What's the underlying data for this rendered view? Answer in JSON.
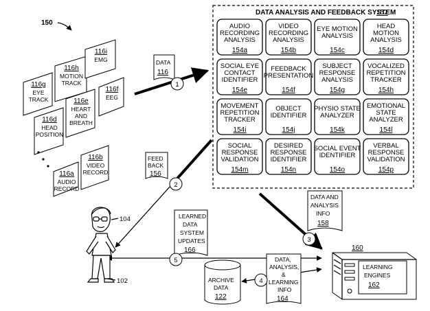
{
  "figure": {
    "label": "150",
    "system": {
      "title": "DATA ANALYSIS AND FEEDBACK SYSTEM",
      "ref": "152"
    },
    "modules": [
      {
        "lines": [
          "AUDIO",
          "RECORDING",
          "ANALYSIS"
        ],
        "ref": "154a"
      },
      {
        "lines": [
          "VIDEO",
          "RECORDING",
          "ANALYSIS"
        ],
        "ref": "154b"
      },
      {
        "lines": [
          "EYE MOTION",
          "ANALYSIS"
        ],
        "ref": "154c"
      },
      {
        "lines": [
          "HEAD",
          "MOTION",
          "ANALYSIS"
        ],
        "ref": "154d"
      },
      {
        "lines": [
          "SOCIAL EYE",
          "CONTACT",
          "IDENTIFIER"
        ],
        "ref": "154e"
      },
      {
        "lines": [
          "FEEDBACK",
          "PRESENTATION"
        ],
        "ref": "154f"
      },
      {
        "lines": [
          "SUBJECT",
          "RESPONSE",
          "ANALYSIS"
        ],
        "ref": "154g"
      },
      {
        "lines": [
          "VOCALIZED",
          "REPETITION",
          "TRACKER"
        ],
        "ref": "154h"
      },
      {
        "lines": [
          "MOVEMENT",
          "REPETITION",
          "TRACKER"
        ],
        "ref": "154i"
      },
      {
        "lines": [
          "OBJECT",
          "IDENTIFIER"
        ],
        "ref": "154j"
      },
      {
        "lines": [
          "PHYSIO STATE",
          "ANALYZER"
        ],
        "ref": "154k"
      },
      {
        "lines": [
          "EMOTIONAL",
          "STATE",
          "ANALYZER"
        ],
        "ref": "154l"
      },
      {
        "lines": [
          "SOCIAL",
          "RESPONSE",
          "VALIDATION"
        ],
        "ref": "154m"
      },
      {
        "lines": [
          "DESIRED",
          "RESPONSE",
          "IDENTIFIER"
        ],
        "ref": "154n"
      },
      {
        "lines": [
          "SOCIAL EVENT",
          "IDENTIFIER"
        ],
        "ref": "154o"
      },
      {
        "lines": [
          "VERBAL",
          "RESPONSE",
          "VALIDATION"
        ],
        "ref": "154p"
      }
    ],
    "cards": [
      {
        "lines": [
          "116a",
          "AUDIO",
          "RECORD"
        ]
      },
      {
        "lines": [
          "116b",
          "VIDEO",
          "RECORD"
        ]
      },
      {
        "lines": [
          "116d",
          "HEAD",
          "POSITION"
        ]
      },
      {
        "lines": [
          "116e",
          "HEART",
          "AND",
          "BREATH"
        ]
      },
      {
        "lines": [
          "116f",
          "EEG"
        ]
      },
      {
        "lines": [
          "116g",
          "EYE",
          "TRACK"
        ]
      },
      {
        "lines": [
          "116h",
          "MOTION",
          "TRACK"
        ]
      },
      {
        "lines": [
          "116i",
          "EMG"
        ]
      }
    ],
    "data_doc": {
      "line1": "DATA",
      "ref": "116"
    },
    "feedback_doc": {
      "line1": "FEED",
      "line2": "BACK",
      "ref": "156"
    },
    "info_doc": {
      "line1": "DATA AND",
      "line2": "ANALYSIS",
      "line3": "INFO",
      "ref": "158"
    },
    "learned_doc": {
      "line1": "LEARNED",
      "line2": "DATA",
      "line3": "SYSTEM",
      "line4": "UPDATES",
      "ref": "166"
    },
    "dal_doc": {
      "line1": "DATA,",
      "line2": "ANALYSIS,",
      "line3": "&",
      "line4": "LEARNING",
      "line5": "INFO",
      "ref": "164"
    },
    "archive": {
      "line1": "ARCHIVE",
      "line2": "DATA",
      "ref": "122"
    },
    "computer": {
      "ref": "160",
      "line1": "LEARNING",
      "line2": "ENGINES",
      "ref2": "162"
    },
    "steps": [
      "1",
      "2",
      "3",
      "4",
      "5"
    ],
    "person_ref": "104",
    "body_ref": "102"
  }
}
